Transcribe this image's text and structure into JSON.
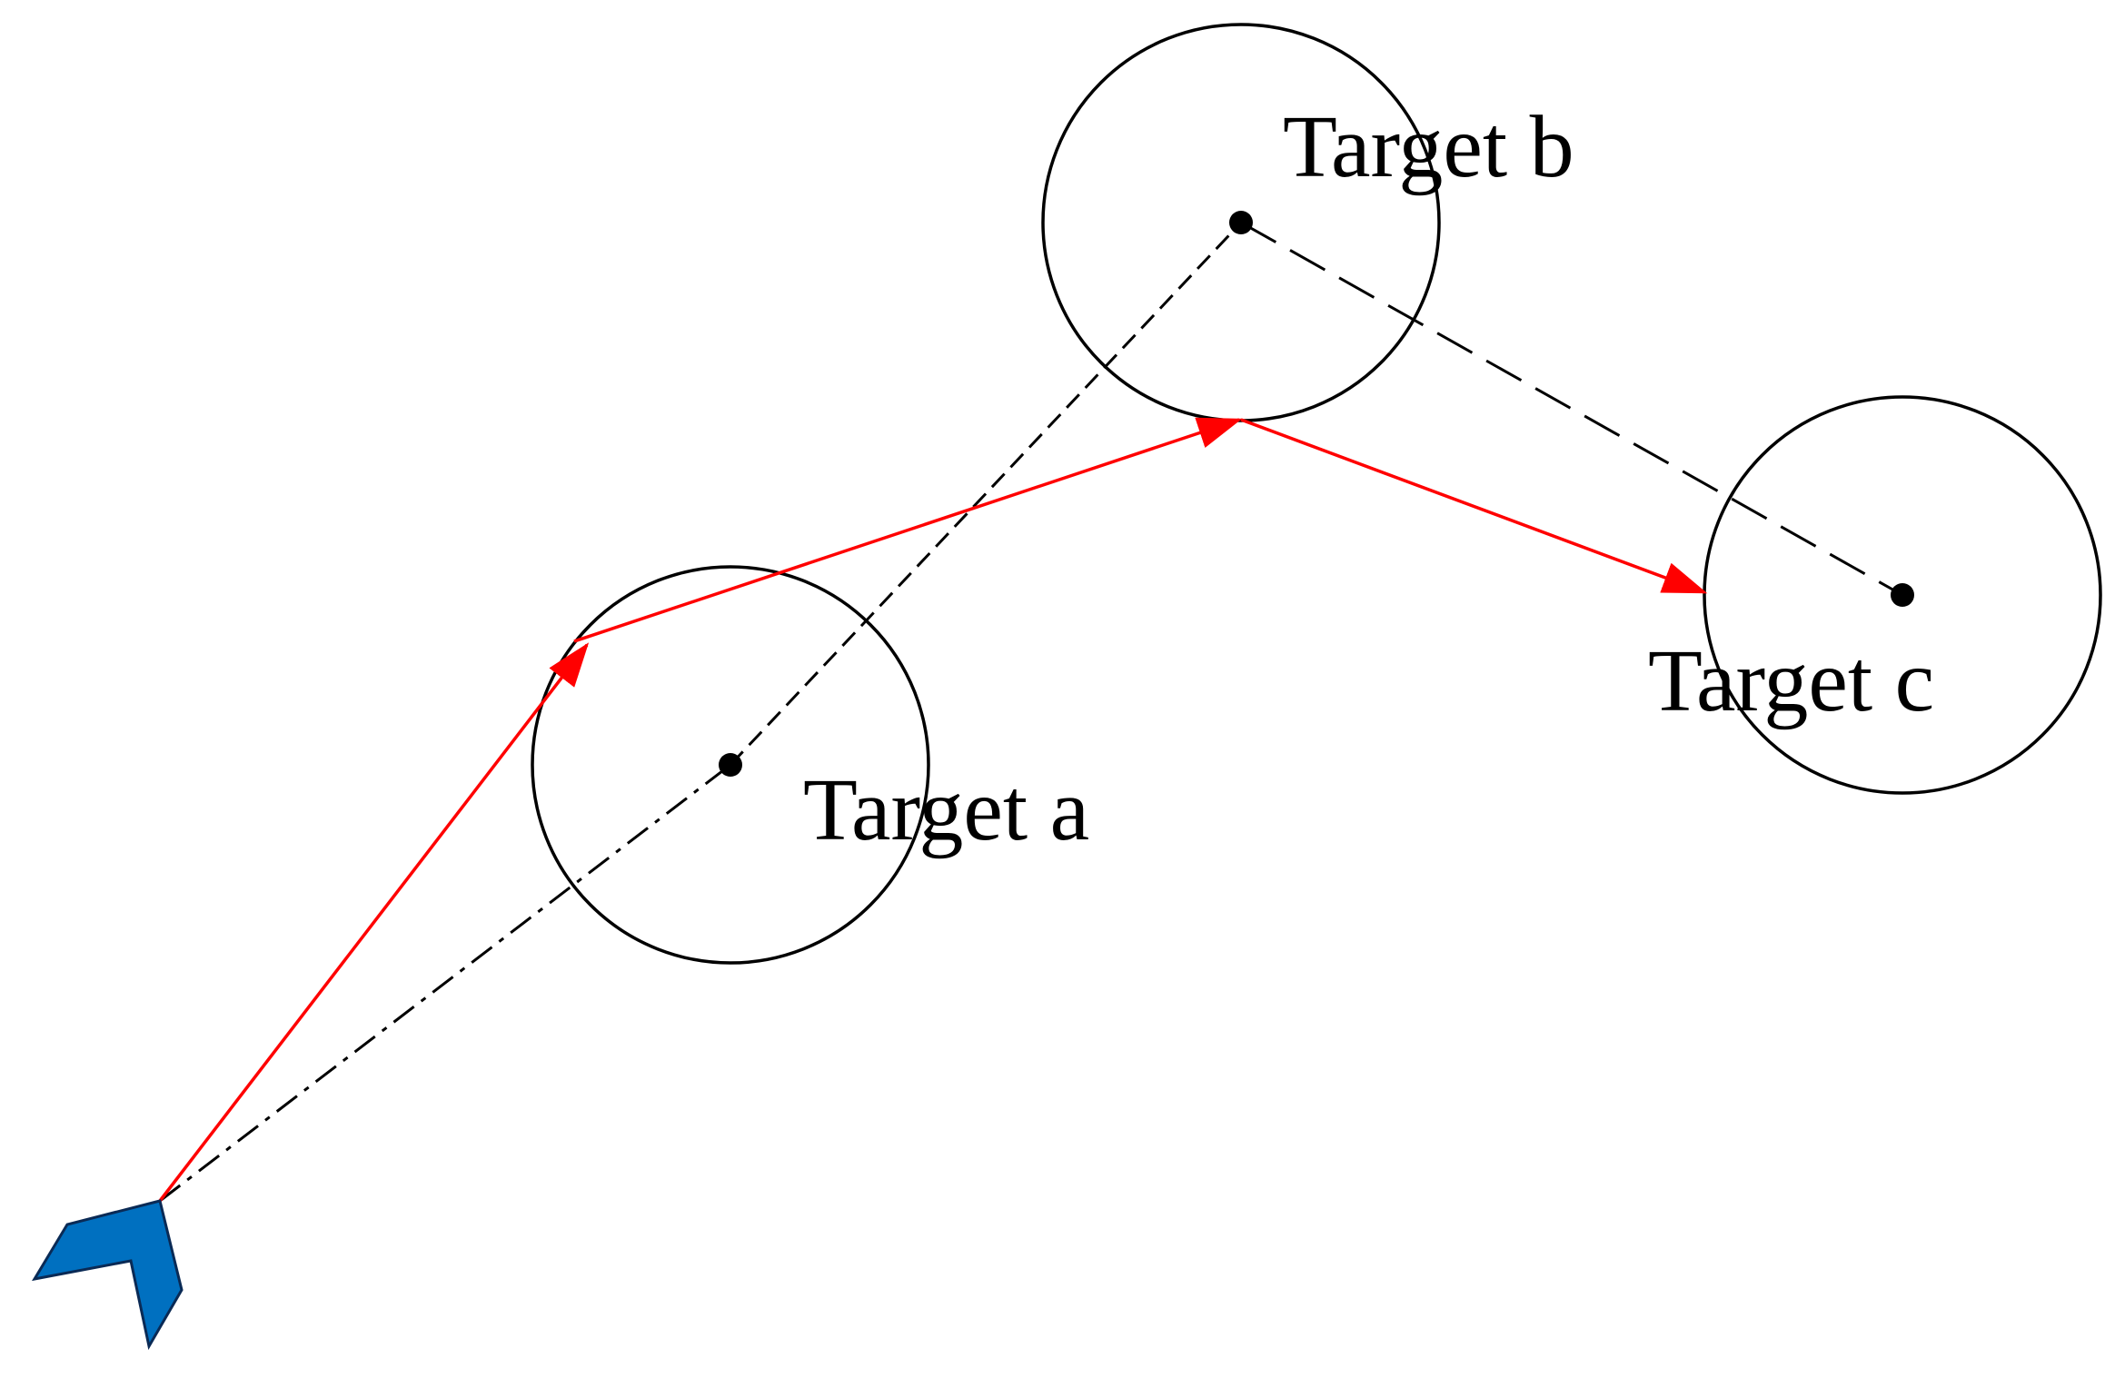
{
  "targets": [
    {
      "id": "a",
      "label": "Target a"
    },
    {
      "id": "b",
      "label": "Target b"
    },
    {
      "id": "c",
      "label": "Target c"
    }
  ],
  "colors": {
    "route": "#ff0000",
    "guide": "#000000",
    "vehicle_fill": "#0070c0",
    "vehicle_stroke": "#0a2a55"
  },
  "icons": {
    "vehicle": "chevron-vehicle-icon"
  }
}
